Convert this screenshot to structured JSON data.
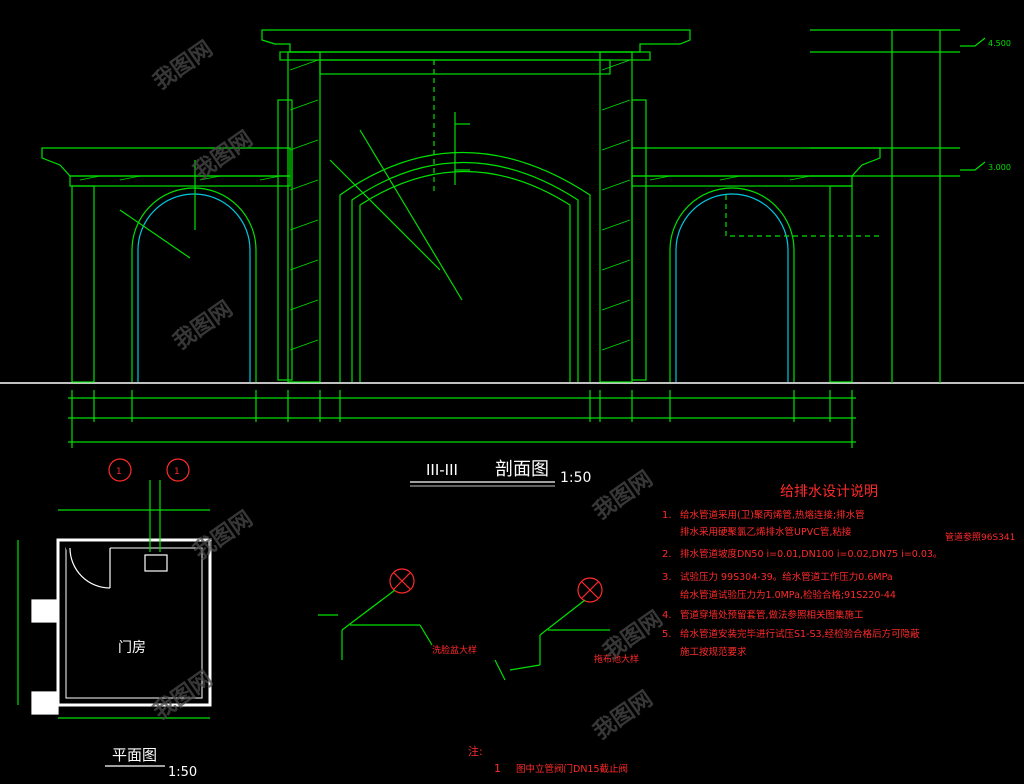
{
  "section": {
    "label": "III-III",
    "title": "剖面图",
    "scale": "1:50"
  },
  "plan": {
    "title": "平面图",
    "scale": "1:50",
    "room": "门房",
    "callouts": [
      "1",
      "1"
    ]
  },
  "notes": {
    "title": "给排水设计说明",
    "items": [
      {
        "num": "1.",
        "lines": [
          "给水管道采用(卫)聚丙烯管,热熔连接;排水管",
          "排水采用硬聚氯乙烯排水管UPVC管,粘接"
        ]
      },
      {
        "num": "2.",
        "lines": [
          "排水管道坡度DN50 i=0.01,DN100 i=0.02,DN75 i=0.03。"
        ]
      },
      {
        "num": "3.",
        "lines": [
          "试验压力     99S304-39。给水管道工作压力0.6MPa",
          "给水管道试验压力为1.0MPa,检验合格;91S220-44"
        ]
      },
      {
        "num": "4.",
        "lines": [
          "管道穿墙处预留套管,做法参照相关图集施工"
        ]
      },
      {
        "num": "5.",
        "lines": [
          "给水管道安装完毕进行试压S1-S3,经检验合格后方可隐蔽",
          "施工按规范要求"
        ]
      }
    ],
    "side_note": "管道参照96S341"
  },
  "details": {
    "left_label": "洗脸盆大样",
    "right_label": "拖布池大样"
  },
  "footnote": {
    "prefix": "注:",
    "num": "1",
    "text": "图中立管阀门DN15截止阀"
  },
  "elevations": [
    "4.500",
    "3.000"
  ],
  "watermark": "我图网",
  "colors": {
    "background": "#000000",
    "structure": "#00e000",
    "arch_inner": "#00c8e0",
    "notes": "#ff2a2a",
    "labels": "#ffffff",
    "hatch": "#00e000"
  }
}
